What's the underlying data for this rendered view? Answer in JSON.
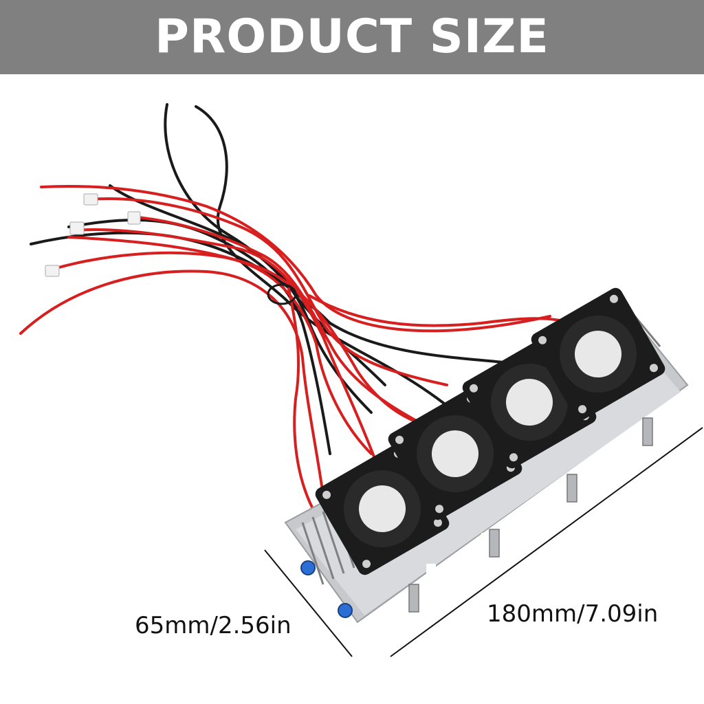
{
  "banner": {
    "title": "PRODUCT SIZE"
  },
  "dimensions": {
    "width_label": "65mm/2.56in",
    "length_label": "180mm/7.09in"
  },
  "colors": {
    "banner_bg": "#808080",
    "banner_text": "#ffffff",
    "wire_red": "#d71f1f",
    "wire_black": "#1a1a1a",
    "heatsink": "#c7c9cc",
    "fan": "#1c1c1c",
    "fan_label": "#e8e8e8",
    "coolant_port": "#2b6fd6"
  },
  "product": {
    "fan_count": 4,
    "icon": "peltier-cooler-module-image"
  }
}
